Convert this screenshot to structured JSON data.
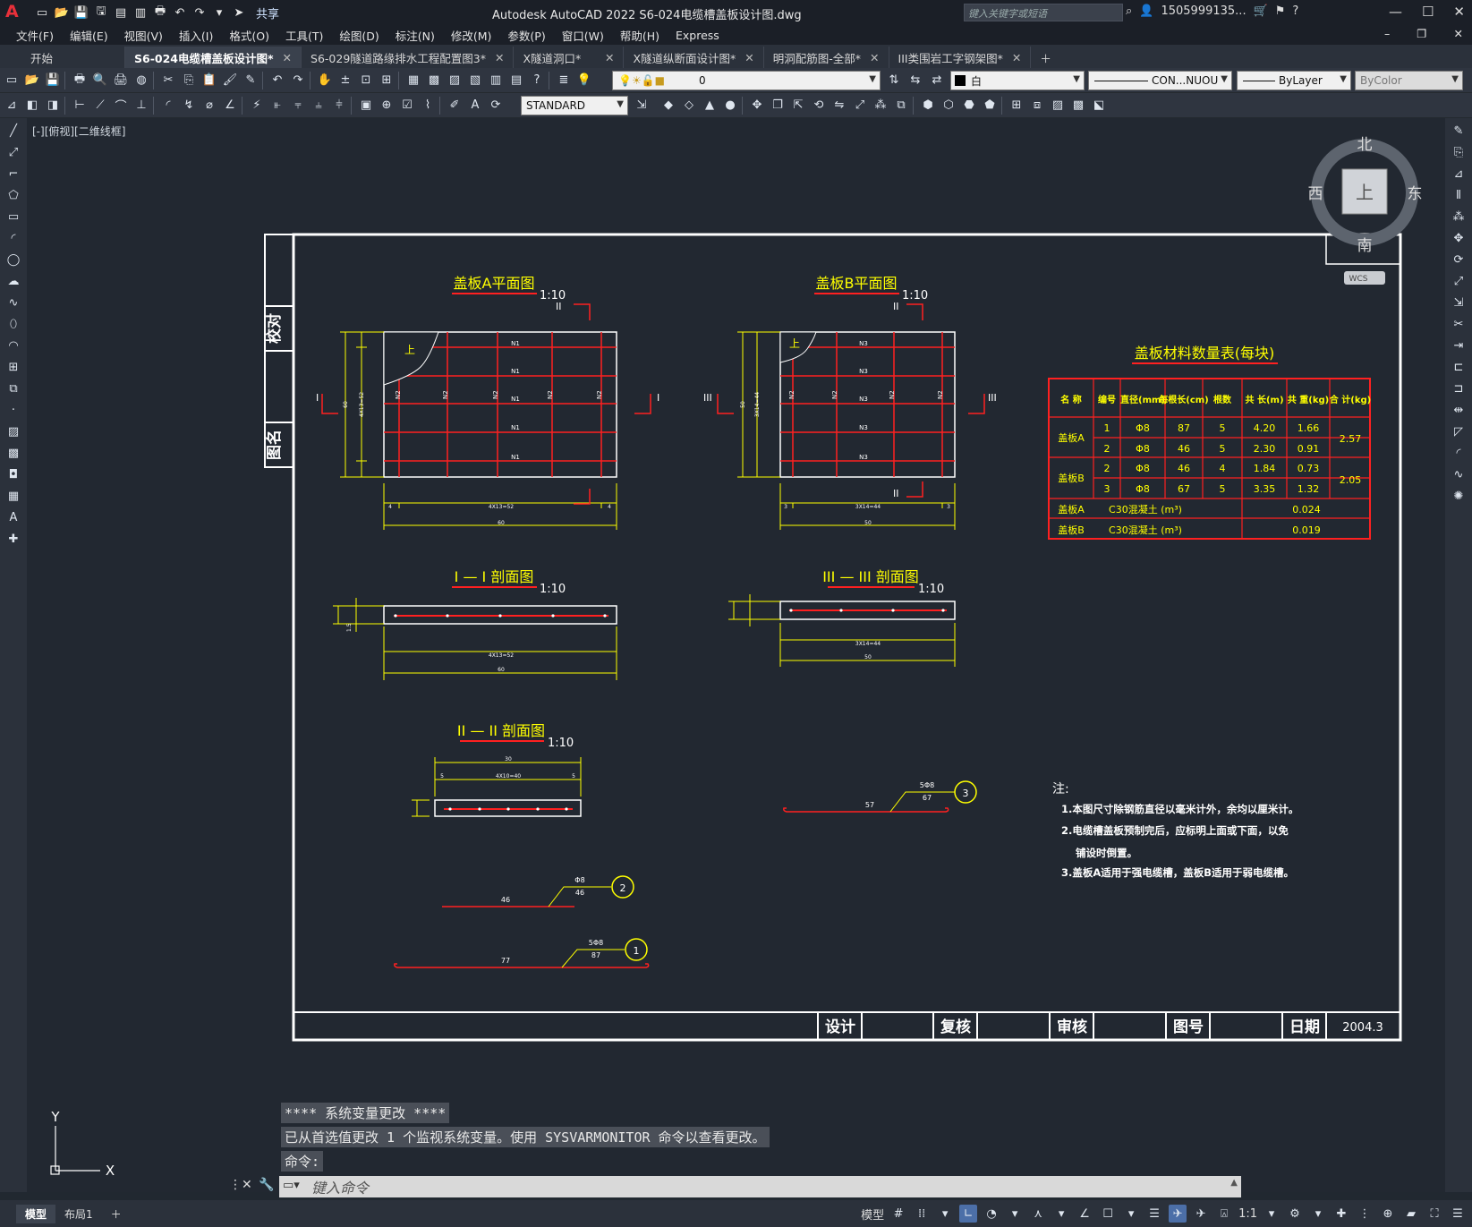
{
  "app": {
    "title": "Autodesk AutoCAD 2022   S6-024电缆槽盖板设计图.dwg",
    "share": "共享",
    "search_placeholder": "键入关键字或短语",
    "user": "1505999135...",
    "logo": "A"
  },
  "menu": [
    "文件(F)",
    "编辑(E)",
    "视图(V)",
    "插入(I)",
    "格式(O)",
    "工具(T)",
    "绘图(D)",
    "标注(N)",
    "修改(M)",
    "参数(P)",
    "窗口(W)",
    "帮助(H)",
    "Express"
  ],
  "tabs": [
    {
      "label": "开始",
      "closable": false,
      "active": false
    },
    {
      "label": "S6-024电缆槽盖板设计图*",
      "closable": true,
      "active": true
    },
    {
      "label": "S6-029隧道路缘排水工程配置图3*",
      "closable": true,
      "active": false
    },
    {
      "label": "X隧道洞口*",
      "closable": true,
      "active": false
    },
    {
      "label": "X隧道纵断面设计图*",
      "closable": true,
      "active": false
    },
    {
      "label": "明洞配筋图-全部*",
      "closable": true,
      "active": false
    },
    {
      "label": "III类围岩工字钢架图*",
      "closable": true,
      "active": false
    }
  ],
  "toolbar": {
    "layer": "0",
    "color": "白",
    "linetype": "CON...NUOU",
    "lineweight": "ByLayer",
    "plotstyle": "ByColor",
    "textstyle": "STANDARD"
  },
  "viewport_label": "[-][俯视][二维线框]",
  "viewcube": {
    "n": "北",
    "s": "南",
    "e": "东",
    "w": "西",
    "face": "上",
    "wcs": "WCS"
  },
  "ucs": {
    "x": "X",
    "y": "Y"
  },
  "drawing": {
    "title_plan_a": "盖板A平面图",
    "title_plan_b": "盖板B平面图",
    "title_sec_1": "I — I 剖面图",
    "title_sec_3": "III — III 剖面图",
    "title_sec_2": "II — II 剖面图",
    "scale": "1:10",
    "side_check": "校对",
    "side_name": "图名",
    "top_label": "上",
    "cut_i": "I",
    "cut_ii": "II",
    "cut_iii": "III",
    "rebar_n1": "N1",
    "rebar_n2": "N2",
    "rebar_n3": "N3",
    "dim_a_total": "60",
    "dim_a_inner": "4X13=52",
    "dim_a_side": "4",
    "dim_b_total": "50",
    "dim_b_inner": "3X14=44",
    "dim_b_side": "3",
    "dim_sec2_total": "30",
    "dim_sec2_inner": "4X10=40",
    "dim_sec2_side": "5",
    "dim_sec1_h": "1.5",
    "bar1_len": "77",
    "bar1_label": "5Φ8",
    "bar1_sub": "87",
    "bar1_num": "1",
    "bar2_len": "46",
    "bar2_label": "Φ8",
    "bar2_sub": "46",
    "bar2_num": "2",
    "bar3_len": "57",
    "bar3_label": "5Φ8",
    "bar3_sub": "67",
    "bar3_num": "3"
  },
  "table": {
    "title": "盖板材料数量表(每块)",
    "headers": [
      "名 称",
      "编号",
      "直径(mm)",
      "每根长(cm)",
      "根数",
      "共 长(m)",
      "共 重(kg)",
      "合 计(kg)"
    ],
    "rows": [
      {
        "name": "盖板A",
        "no": "1",
        "dia": "Φ8",
        "len": "87",
        "cnt": "5",
        "total": "4.20",
        "wt": "1.66",
        "sum": "2.57"
      },
      {
        "name": "",
        "no": "2",
        "dia": "Φ8",
        "len": "46",
        "cnt": "5",
        "total": "2.30",
        "wt": "0.91",
        "sum": ""
      },
      {
        "name": "盖板B",
        "no": "2",
        "dia": "Φ8",
        "len": "46",
        "cnt": "4",
        "total": "1.84",
        "wt": "0.73",
        "sum": "2.05"
      },
      {
        "name": "",
        "no": "3",
        "dia": "Φ8",
        "len": "67",
        "cnt": "5",
        "total": "3.35",
        "wt": "1.32",
        "sum": ""
      }
    ],
    "concrete": [
      {
        "name": "盖板A",
        "desc": "C30混凝土 (m³)",
        "val": "0.024"
      },
      {
        "name": "盖板B",
        "desc": "C30混凝土 (m³)",
        "val": "0.019"
      }
    ]
  },
  "notes": {
    "title": "注:",
    "items": [
      "1.本图尺寸除钢筋直径以毫米计外，余均以厘米计。",
      "2.电缆槽盖板预制完后，应标明上面或下面，以免",
      "铺设时倒置。",
      "3.盖板A适用于强电缆槽，盖板B适用于弱电缆槽。"
    ]
  },
  "titleblock": {
    "design": "设计",
    "review": "复核",
    "audit": "审核",
    "drawno": "图号",
    "date_label": "日期",
    "date": "2004.3"
  },
  "command": {
    "hist1": "**** 系统变量更改 ****",
    "hist2": "已从首选值更改 1 个监视系统变量。使用 SYSVARMONITOR 命令以查看更改。",
    "hist3": "命令:",
    "placeholder": "键入命令"
  },
  "status": {
    "tab_model": "模型",
    "tab_layout": "布局1",
    "space": "模型",
    "scale": "1:1"
  },
  "colors": {
    "accent": "#4c6fa8",
    "drawing_white": "#ffffff",
    "drawing_yellow": "#ffff00",
    "drawing_red": "#ff2020"
  }
}
